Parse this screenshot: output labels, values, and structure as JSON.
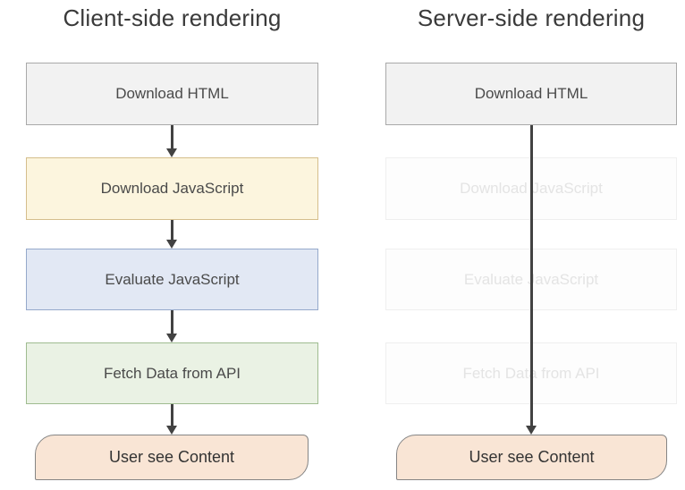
{
  "diagram": {
    "columns": [
      {
        "id": "client-side",
        "title": "Client-side rendering",
        "steps": [
          {
            "label": "Download HTML",
            "variant": "gray",
            "state": "active"
          },
          {
            "label": "Download JavaScript",
            "variant": "yellow",
            "state": "active"
          },
          {
            "label": "Evaluate JavaScript",
            "variant": "blue",
            "state": "active"
          },
          {
            "label": "Fetch Data from API",
            "variant": "green",
            "state": "active"
          },
          {
            "label": "User see Content",
            "variant": "pink",
            "state": "active"
          }
        ]
      },
      {
        "id": "server-side",
        "title": "Server-side rendering",
        "steps": [
          {
            "label": "Download HTML",
            "variant": "gray",
            "state": "active"
          },
          {
            "label": "Download JavaScript",
            "variant": "ghost",
            "state": "skipped"
          },
          {
            "label": "Evaluate JavaScript",
            "variant": "ghost",
            "state": "skipped"
          },
          {
            "label": "Fetch Data from API",
            "variant": "ghost",
            "state": "skipped"
          },
          {
            "label": "User see Content",
            "variant": "pink",
            "state": "active"
          }
        ]
      }
    ],
    "colors": {
      "gray_fill": "#F2F2F2",
      "gray_border": "#A9A9A9",
      "yellow_fill": "#FCF5DE",
      "yellow_border": "#D5BE8C",
      "blue_fill": "#E2E8F4",
      "blue_border": "#95A9CB",
      "green_fill": "#EAF2E4",
      "green_border": "#9FBC90",
      "pink_fill": "#F9E5D5",
      "pink_border": "#858585",
      "ghost_fill": "#FDFDFD",
      "ghost_border": "#EFEFEF",
      "ghost_text": "#E4E4E4",
      "arrow": "#424242",
      "title_text": "#3A3A3A",
      "label_text": "#4A4A4A"
    }
  }
}
